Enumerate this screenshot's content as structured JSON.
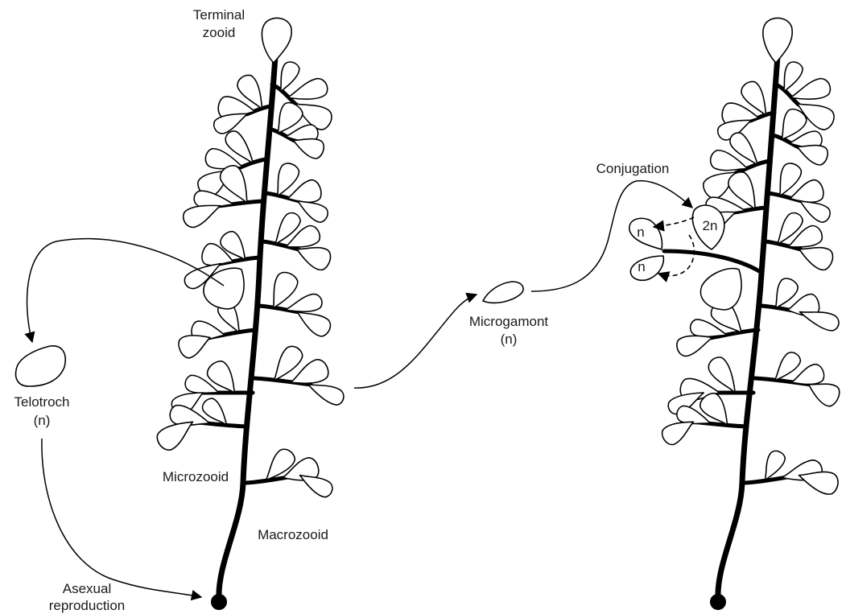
{
  "labels": {
    "terminal_zooid_line1": "Terminal",
    "terminal_zooid_line2": "zooid",
    "telotroch_line1": "Telotroch",
    "telotroch_line2": "(n)",
    "microzooid": "Microzooid",
    "macrozooid": "Macrozooid",
    "asexual_line1": "Asexual",
    "asexual_line2": "reproduction",
    "microgamont_line1": "Microgamont",
    "microgamont_line2": "(n)",
    "conjugation": "Conjugation",
    "ploidy_2n": "2n",
    "ploidy_n_upper": "n",
    "ploidy_n_lower": "n"
  },
  "colors": {
    "ink": "#000000",
    "background": "#ffffff"
  }
}
